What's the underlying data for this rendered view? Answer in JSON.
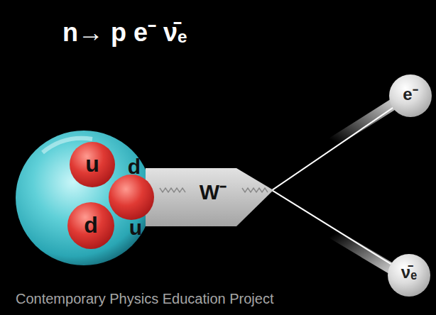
{
  "diagram": {
    "title": "n→ p e⁻ ν̄ₑ",
    "nodes": [
      {
        "text": [
          "u"
        ]
      },
      {
        "text": [
          "d",
          "u"
        ]
      },
      {
        "text": [
          "d"
        ]
      },
      {
        "text": [
          "W⁻"
        ]
      },
      {
        "text": [
          "e⁻"
        ]
      },
      {
        "text": [
          "ν̄ₑ"
        ]
      }
    ],
    "edges": [
      {
        "from": 3,
        "to": 4,
        "arrow": "none"
      },
      {
        "from": 3,
        "to": 5,
        "arrow": "none"
      }
    ],
    "labels": [
      "Contemporary Physics Education Project"
    ]
  }
}
